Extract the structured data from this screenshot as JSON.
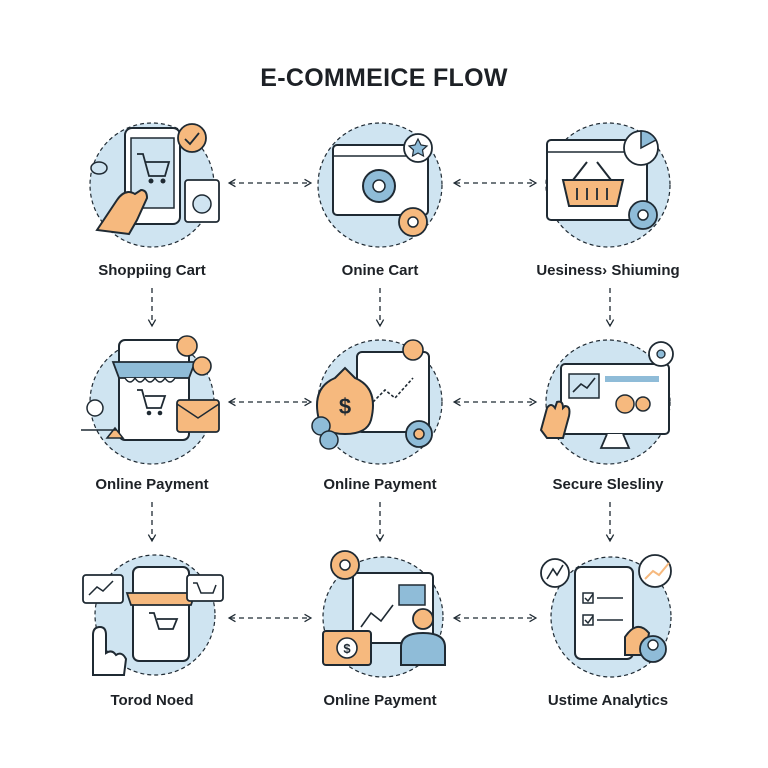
{
  "title": "E-COMMEICE FLOW",
  "nodes": [
    {
      "label": "Shoppiing Cart",
      "icon": "phone-cart-hand-icon"
    },
    {
      "label": "Onine Cart",
      "icon": "browser-gear-star-icon"
    },
    {
      "label": "Uesiness› Shiuming",
      "icon": "basket-browser-icon"
    },
    {
      "label": "Online Payment",
      "icon": "storefront-cart-icon"
    },
    {
      "label": "Online Payment",
      "icon": "money-bag-icon"
    },
    {
      "label": "Secure Sleslinу",
      "icon": "monitor-chart-icon"
    },
    {
      "label": "Torod Noed",
      "icon": "phone-store-hand-icon"
    },
    {
      "label": "Online Payment",
      "icon": "dollar-card-person-icon"
    },
    {
      "label": "Ustime Analytics",
      "icon": "analytics-checklist-icon"
    }
  ],
  "colors": {
    "circle": "#cfe4f1",
    "stroke": "#1f2a33",
    "accent_blue": "#8fbcd8",
    "accent_orange": "#f6b97e",
    "white": "#ffffff"
  }
}
